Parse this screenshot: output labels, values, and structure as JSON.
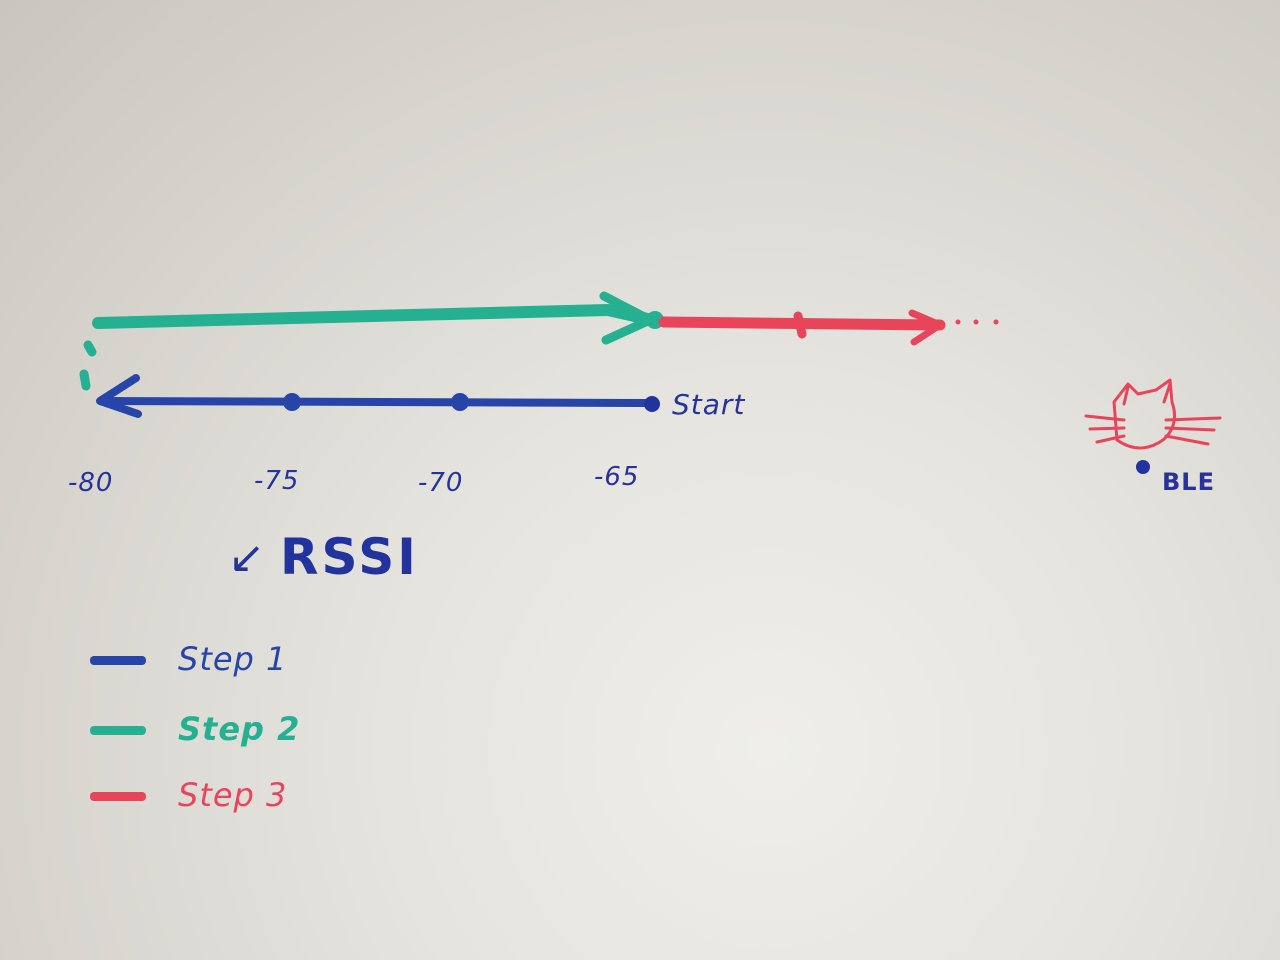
{
  "axis": {
    "start_label": "Start",
    "ticks": [
      "-80",
      "-75",
      "-70",
      "-65"
    ]
  },
  "rssi_label": "RSSI",
  "rssi_arrow": "↙",
  "ble": {
    "label": "BLE",
    "icon": "cat-icon"
  },
  "colors": {
    "step1": "#2745a8",
    "step2": "#26b092",
    "step3": "#e8455a"
  },
  "legend": [
    {
      "label": "Step 1",
      "color": "#2745a8"
    },
    {
      "label": "Step 2",
      "color": "#26b092"
    },
    {
      "label": "Step 3",
      "color": "#e8455a"
    }
  ]
}
